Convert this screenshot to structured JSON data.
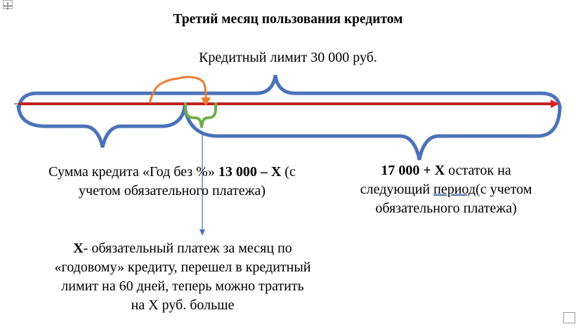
{
  "title": "Третий месяц пользования кредитом",
  "credit_limit": "Кредитный лимит 30 000 руб.",
  "left_label": {
    "prefix": "Сумма кредита «Год без %» ",
    "bold": "13 000 – X",
    "suffix_line1": " (с",
    "line2": "учетом обязательного платежа)"
  },
  "right_label": {
    "bold": "17 000 + X",
    "line1_suffix": " остаток на",
    "line2_prefix": "следующий ",
    "line2_underlined": "период",
    "line2_suffix": "(с учетом",
    "line3": "обязательного платежа)"
  },
  "bottom_label": {
    "bold": "X",
    "line1_suffix": "- обязательный платеж за месяц по",
    "line2": "«годовому» кредиту, перешел в кредитный",
    "line3": "лимит на 60 дней, теперь можно тратить",
    "line4": "на X руб. больше"
  },
  "icons": {
    "move_handle": "move-cross-icon",
    "resize_handle": "resize-square-icon"
  },
  "colors": {
    "timeline": "#c0201f",
    "brace": "#4a72b8",
    "transfer_arrow": "#ed7d31",
    "payment_brace": "#70ad47",
    "pointer_arrow": "#4a72b8"
  }
}
